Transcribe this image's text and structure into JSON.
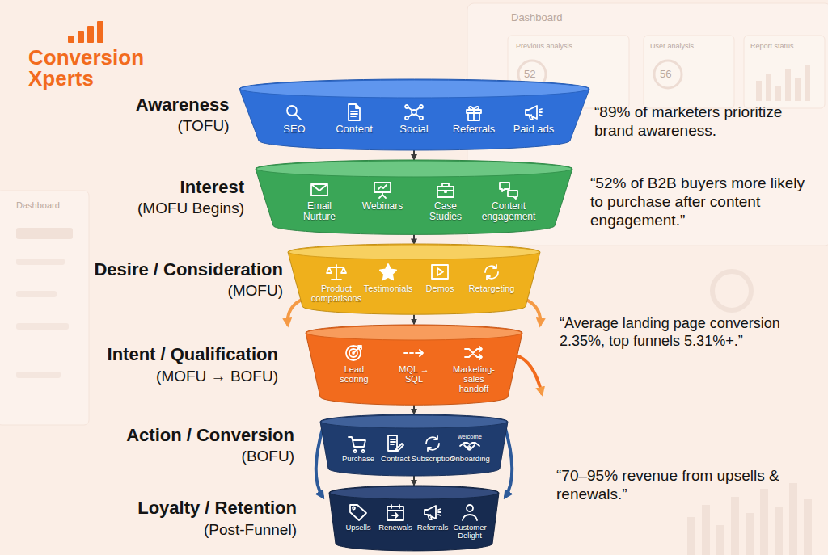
{
  "diagram": {
    "nodes": [
      {
        "text": [
          "Awareness",
          "(TOFU)",
          "SEO",
          "Content",
          "Social",
          "Referrals",
          "Paid ads"
        ]
      },
      {
        "text": [
          "Interest",
          "(MOFU Begins)",
          "Email Nurture",
          "Webinars",
          "Case Studies",
          "Content engagement"
        ]
      },
      {
        "text": [
          "Desire / Consideration",
          "(MOFU)",
          "Product comparisons",
          "Testimonials",
          "Demos",
          "Retargeting"
        ]
      },
      {
        "text": [
          "Intent / Qualification",
          "(MOFU → BOFU)",
          "Lead scoring",
          "MQL → SQL",
          "Marketing-sales handoff"
        ]
      },
      {
        "text": [
          "Action / Conversion",
          "(BOFU)",
          "Purchase",
          "Contract",
          "Subscription",
          "Onboarding"
        ]
      },
      {
        "text": [
          "Loyalty / Retention",
          "(Post-Funnel)",
          "Upsells",
          "Renewals",
          "Referrals",
          "Customer Delight"
        ]
      }
    ],
    "edges": [
      {
        "from": 0,
        "to": 1,
        "arrow": "to"
      },
      {
        "from": 1,
        "to": 2,
        "arrow": "to"
      },
      {
        "from": 2,
        "to": 3,
        "arrow": "to"
      },
      {
        "from": 3,
        "to": 4,
        "arrow": "to"
      },
      {
        "from": 4,
        "to": 5,
        "arrow": "to"
      }
    ],
    "labels": [
      "Conversion Xperts",
      "“89% of marketers prioritize brand awareness.",
      "“52% of B2B buyers more likely to purchase after content engagement.”",
      "“Average landing page conversion 2.35%, top funnels 5.31%+.”",
      "“70–95% revenue from upsells & renewals.”",
      "welcome",
      "Dashboard",
      "Previous analysis",
      "User analysis",
      "Report status",
      "52",
      "56",
      "Dashboard"
    ]
  }
}
